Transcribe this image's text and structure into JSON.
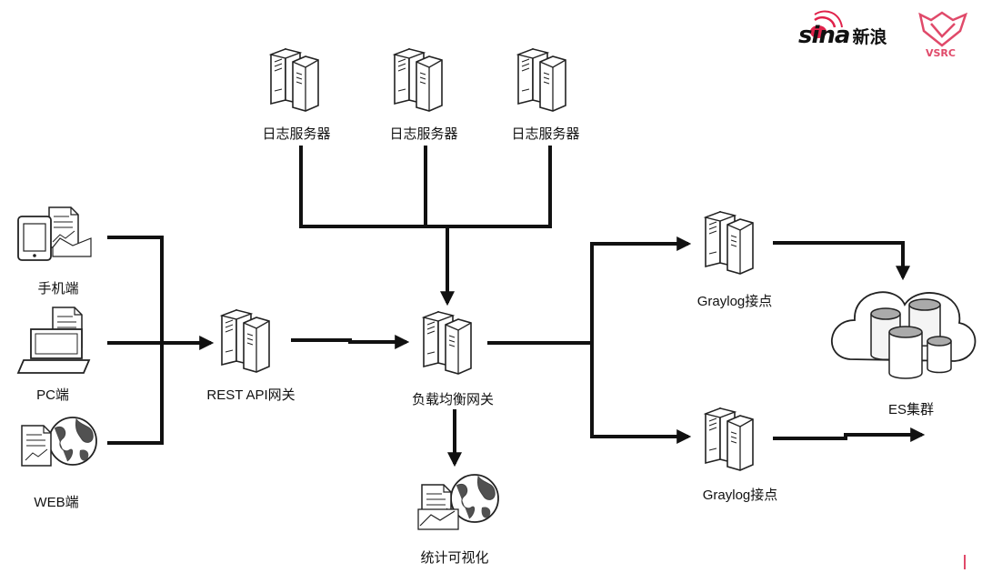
{
  "brand": {
    "sina_text": "sina",
    "sina_cn": "新浪",
    "vsrc_text": "VSRC"
  },
  "nodes": {
    "log_server_1": "日志服务器",
    "log_server_2": "日志服务器",
    "log_server_3": "日志服务器",
    "mobile": "手机端",
    "pc": "PC端",
    "web": "WEB端",
    "rest_gateway": "REST API网关",
    "load_balancer": "负载均衡网关",
    "stats": "统计可视化",
    "graylog_1": "Graylog接点",
    "graylog_2": "Graylog接点",
    "es_cluster": "ES集群"
  },
  "colors": {
    "line": "#111111",
    "brand_red": "#e0224b",
    "vsrc_pink": "#e04a6a"
  }
}
